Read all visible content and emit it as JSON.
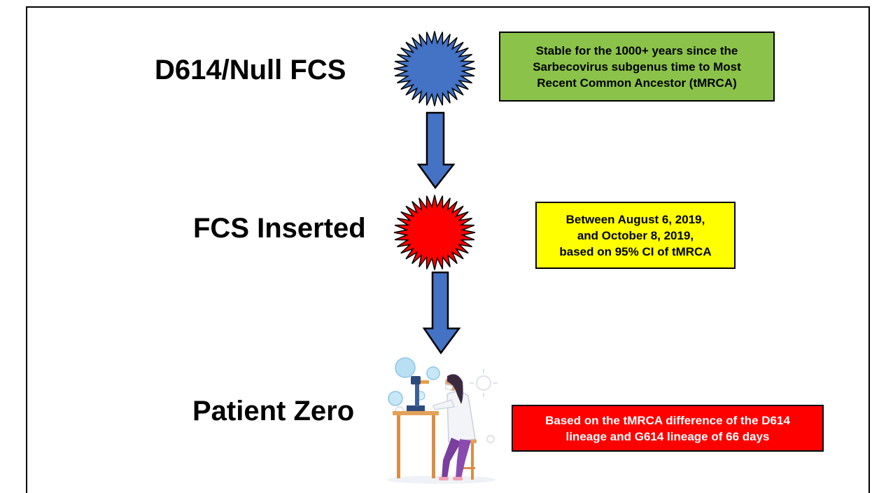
{
  "colors": {
    "star_null": "#4472C4",
    "star_inserted": "#FF0000",
    "arrow_fill": "#4472C4",
    "note1_bg": "#8BC34A",
    "note2_bg": "#FFFF00",
    "note3_bg": "#FF0000",
    "note3_text": "#FFFFFF"
  },
  "stages": [
    {
      "label": "D614/Null FCS",
      "icon": "starburst-icon",
      "note": [
        "Stable for the 1000+ years since the",
        "Sarbecovirus subgenus time to Most",
        "Recent Common Ancestor (tMRCA)"
      ]
    },
    {
      "label": "FCS Inserted",
      "icon": "starburst-icon",
      "note": [
        "Between August 6, 2019,",
        "and October 8, 2019,",
        "based on 95% CI of tMRCA"
      ]
    },
    {
      "label": "Patient Zero",
      "icon": "scientist-microscope-illustration",
      "note": [
        "Based on the tMRCA difference of the D614",
        "lineage and G614 lineage of 66 days"
      ]
    }
  ]
}
